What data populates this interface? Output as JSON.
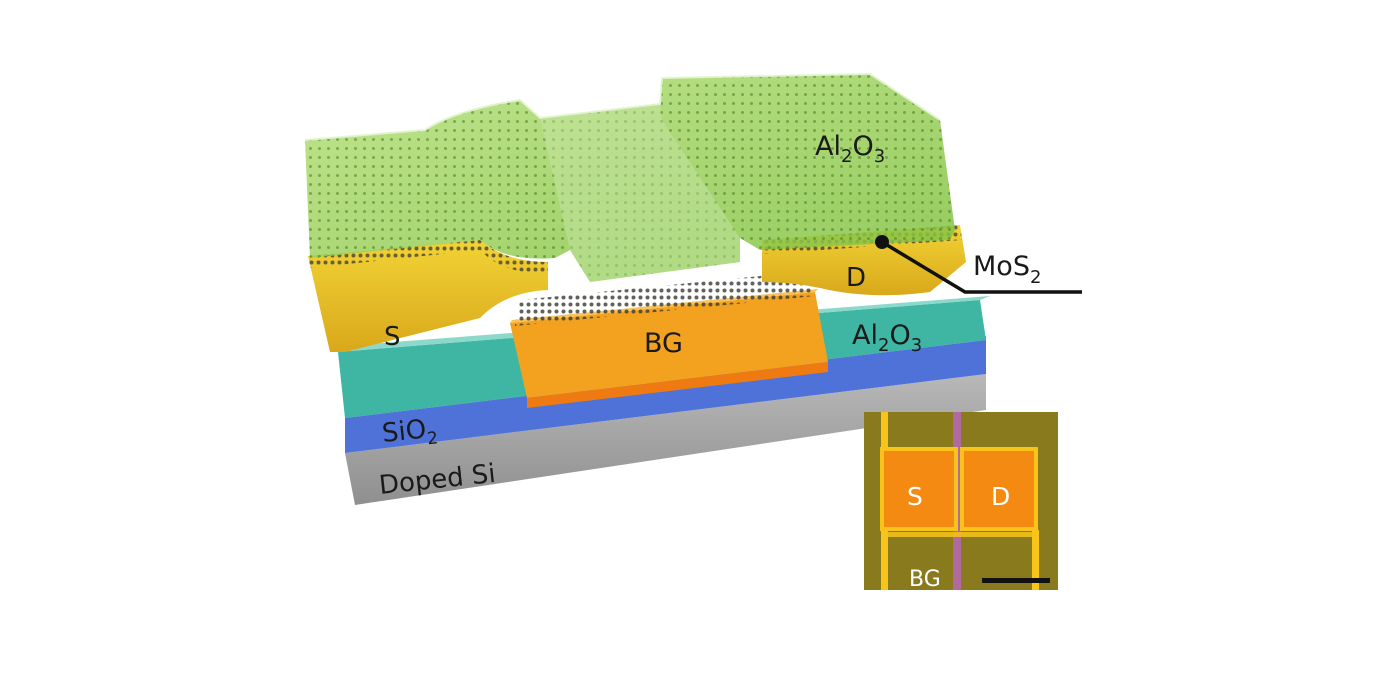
{
  "labels": {
    "al2o3_top": {
      "base": "Al",
      "sub1": "2",
      "mid": "O",
      "sub2": "3"
    },
    "al2o3_mid": {
      "base": "Al",
      "sub1": "2",
      "mid": "O",
      "sub2": "3"
    },
    "mos2": {
      "base": "MoS",
      "sub": "2"
    },
    "sio2": {
      "base": "SiO",
      "sub": "2"
    },
    "doped_si": "Doped Si",
    "source": "S",
    "drain": "D",
    "back_gate": "BG"
  },
  "inset": {
    "source": "S",
    "drain": "D",
    "back_gate": "BG"
  },
  "colors": {
    "doped_si": "#a9a9a9",
    "sio2": "#4f72d8",
    "al2o3_layer": "#3fb6a3",
    "back_gate": "#f3a21f",
    "contacts": "#e8c020",
    "al2o3_cover": "#9fd45a",
    "inset_bg": "#8a7a1e",
    "inset_pad": "#f58a12",
    "inset_line": "#f8c41a",
    "inset_channel": "#b06aa0"
  }
}
